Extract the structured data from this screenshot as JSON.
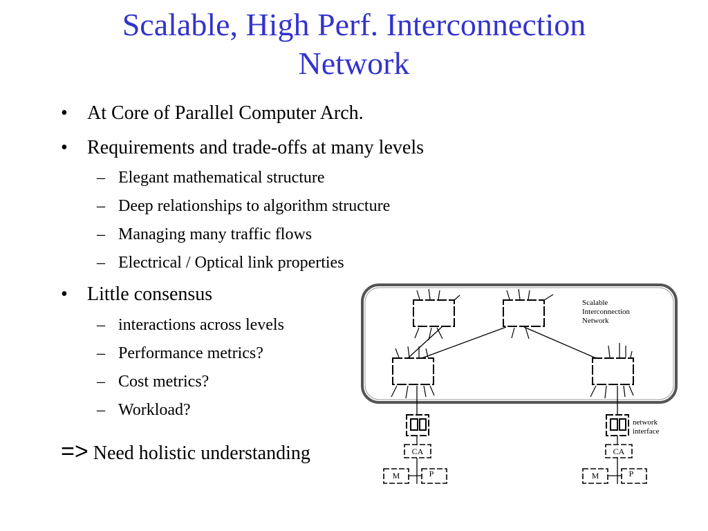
{
  "slide": {
    "title_line1": "Scalable, High Perf. Interconnection",
    "title_line2": "Network",
    "bullets": [
      {
        "text": "At Core of Parallel Computer Arch."
      },
      {
        "text": "Requirements and trade-offs at many levels",
        "subs": [
          "Elegant mathematical structure",
          "Deep relationships to algorithm structure",
          "Managing many traffic flows",
          "Electrical / Optical link properties"
        ]
      },
      {
        "text": "Little consensus",
        "subs": [
          "interactions across levels",
          "Performance metrics?",
          "Cost metrics?",
          "Workload?"
        ]
      }
    ],
    "bullet_glyph": "•",
    "sub_glyph": "–",
    "conclusion_arrow": "=>",
    "conclusion_text": "Need holistic understanding"
  },
  "diagram": {
    "network_label_1": "Scalable",
    "network_label_2": "Interconnection",
    "network_label_3": "Network",
    "ni_label_1": "network",
    "ni_label_2": "interface",
    "ca_label": "CA",
    "m_label": "M",
    "p_label": "P"
  },
  "colors": {
    "title": "#3333cc",
    "text": "#000000",
    "diagram_stroke": "#000000",
    "cloud_border": "#555555"
  }
}
